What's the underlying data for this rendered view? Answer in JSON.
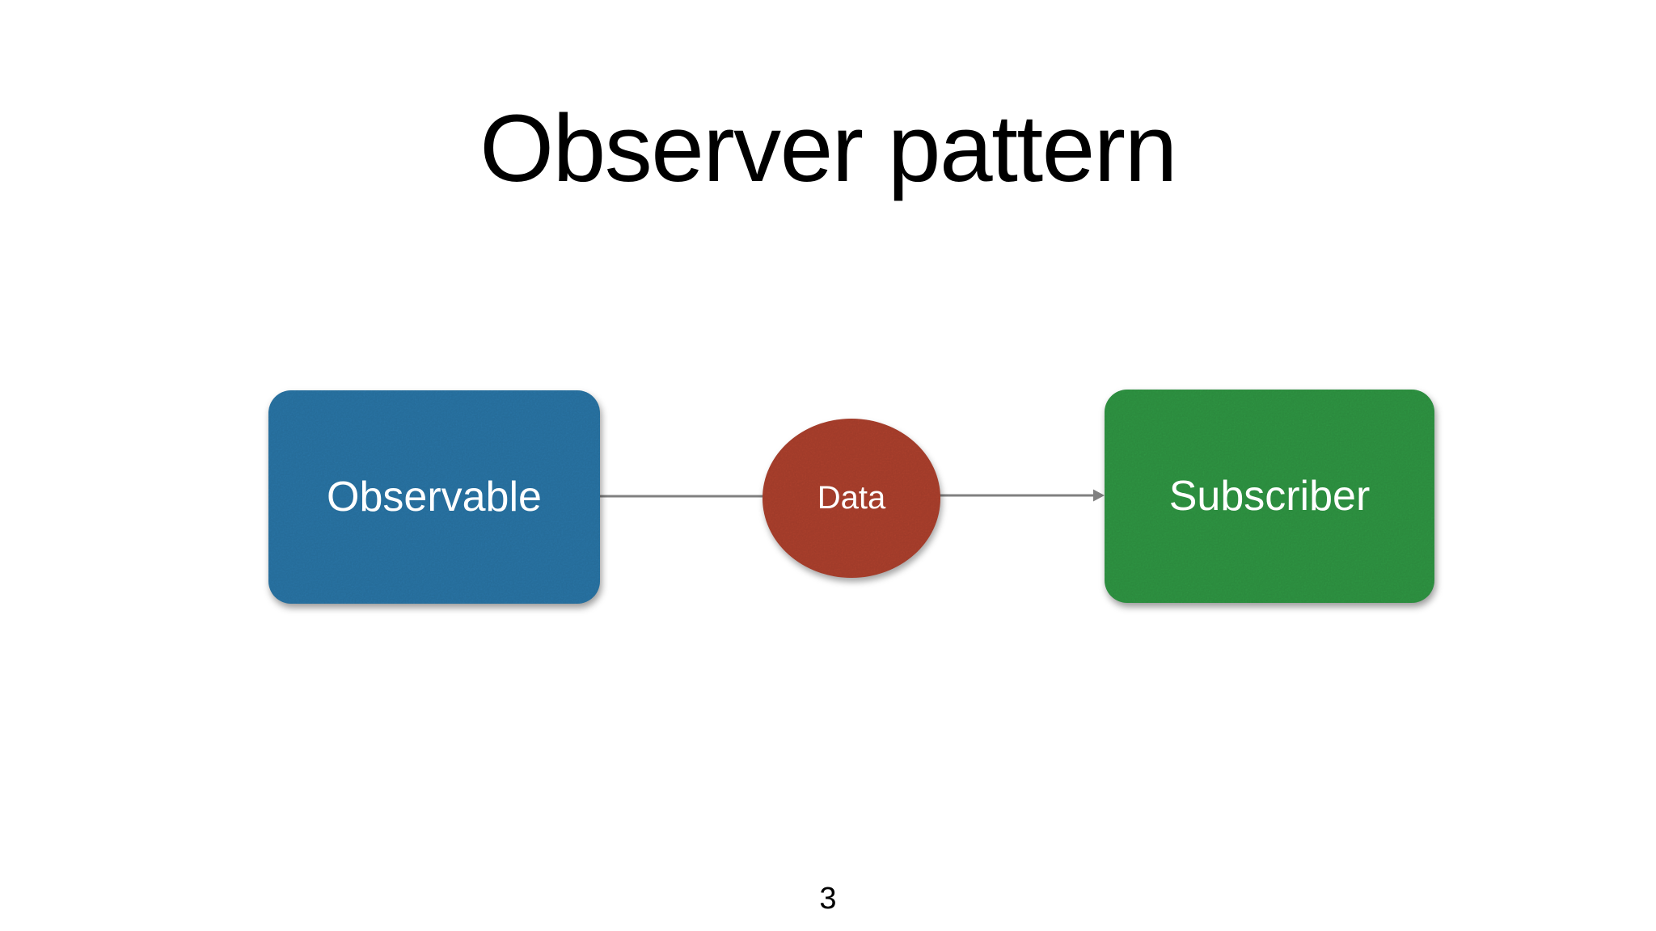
{
  "slide": {
    "title": "Observer pattern",
    "page_number": "3",
    "background_color": "#ffffff",
    "title_color": "#000000"
  },
  "diagram": {
    "nodes": [
      {
        "id": "observable",
        "label": "Observable",
        "shape": "rounded-rectangle",
        "fill_color": "#2b7aad",
        "label_color": "#ffffff"
      },
      {
        "id": "data",
        "label": "Data",
        "shape": "ellipse",
        "fill_color": "#b4432f",
        "label_color": "#ffffff"
      },
      {
        "id": "subscriber",
        "label": "Subscriber",
        "shape": "rounded-rectangle",
        "fill_color": "#319c46",
        "label_color": "#ffffff"
      }
    ],
    "connectors": [
      {
        "from": "observable",
        "to": "data",
        "arrowhead": false
      },
      {
        "from": "data",
        "to": "subscriber",
        "arrowhead": true
      }
    ],
    "connector_color": "#808080"
  }
}
